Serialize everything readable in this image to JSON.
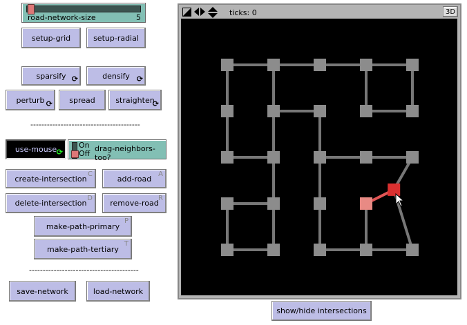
{
  "slider": {
    "label": "road-network-size",
    "value": "5",
    "fraction": 0.05
  },
  "buttons": {
    "setup_grid": "setup-grid",
    "setup_radial": "setup-radial",
    "sparsify": "sparsify",
    "densify": "densify",
    "perturb": "perturb",
    "spread": "spread",
    "straighten": "straighten",
    "use_mouse": "use-mouse",
    "create_intersection": "create-intersection",
    "create_key": "C",
    "add_road": "add-road",
    "add_key": "A",
    "delete_intersection": "delete-intersection",
    "delete_key": "D",
    "remove_road": "remove-road",
    "remove_key": "R",
    "make_primary": "make-path-primary",
    "primary_key": "P",
    "make_tertiary": "make-path-tertiary",
    "tertiary_key": "T",
    "save": "save-network",
    "load": "load-network",
    "show_hide": "show/hide intersections"
  },
  "switch": {
    "label": "drag-neighbors-too?",
    "on": "On",
    "off": "Off",
    "state": "off"
  },
  "separator": "----------------------------------------",
  "view": {
    "ticks_label": "ticks: 0",
    "three_d": "3D"
  },
  "colors": {
    "node": "#8c8c8c",
    "road": "#777777",
    "selected": "#d93030",
    "pink": "#e88a84",
    "pinkroad": "#e05555"
  },
  "network": {
    "nodes": [
      [
        0,
        0
      ],
      [
        1,
        0
      ],
      [
        2,
        0
      ],
      [
        3,
        0
      ],
      [
        4,
        0
      ],
      [
        0,
        1
      ],
      [
        1,
        1
      ],
      [
        2,
        1
      ],
      [
        3,
        1
      ],
      [
        4,
        1
      ],
      [
        0,
        2
      ],
      [
        1,
        2
      ],
      [
        2,
        2
      ],
      [
        3,
        2
      ],
      [
        4,
        2
      ],
      [
        0,
        3
      ],
      [
        1,
        3
      ],
      [
        2,
        3
      ],
      [
        0,
        4
      ],
      [
        1,
        4
      ],
      [
        2,
        4
      ],
      [
        3,
        4
      ],
      [
        4,
        4
      ]
    ],
    "selected": [
      3.6,
      2.7
    ],
    "pink": [
      3,
      3
    ],
    "roads": [
      [
        [
          0,
          0
        ],
        [
          1,
          0
        ]
      ],
      [
        [
          1,
          0
        ],
        [
          2,
          0
        ]
      ],
      [
        [
          2,
          0
        ],
        [
          3,
          0
        ]
      ],
      [
        [
          3,
          0
        ],
        [
          4,
          0
        ]
      ],
      [
        [
          0,
          0
        ],
        [
          0,
          1
        ]
      ],
      [
        [
          1,
          0
        ],
        [
          1,
          1
        ]
      ],
      [
        [
          3,
          0
        ],
        [
          3,
          1
        ]
      ],
      [
        [
          4,
          0
        ],
        [
          4,
          1
        ]
      ],
      [
        [
          1,
          1
        ],
        [
          2,
          1
        ]
      ],
      [
        [
          3,
          1
        ],
        [
          4,
          1
        ]
      ],
      [
        [
          0,
          1
        ],
        [
          0,
          2
        ]
      ],
      [
        [
          1,
          1
        ],
        [
          1,
          2
        ]
      ],
      [
        [
          2,
          1
        ],
        [
          2,
          2
        ]
      ],
      [
        [
          0,
          2
        ],
        [
          1,
          2
        ]
      ],
      [
        [
          2,
          2
        ],
        [
          3,
          2
        ]
      ],
      [
        [
          3,
          2
        ],
        [
          4,
          2
        ]
      ],
      [
        [
          4,
          2
        ],
        [
          3.6,
          2.7
        ]
      ],
      [
        [
          1,
          2
        ],
        [
          1,
          3
        ]
      ],
      [
        [
          2,
          2
        ],
        [
          2,
          3
        ]
      ],
      [
        [
          0,
          3
        ],
        [
          1,
          3
        ]
      ],
      [
        [
          0,
          3
        ],
        [
          0,
          4
        ]
      ],
      [
        [
          1,
          3
        ],
        [
          1,
          4
        ]
      ],
      [
        [
          2,
          3
        ],
        [
          2,
          4
        ]
      ],
      [
        [
          3,
          3
        ],
        [
          3,
          4
        ]
      ],
      [
        [
          3.6,
          2.7
        ],
        [
          4,
          4
        ]
      ],
      [
        [
          0,
          4
        ],
        [
          1,
          4
        ]
      ],
      [
        [
          2,
          4
        ],
        [
          3,
          4
        ]
      ],
      [
        [
          3,
          4
        ],
        [
          4,
          4
        ]
      ]
    ],
    "pink_roads": [
      [
        [
          3,
          3
        ],
        [
          3.6,
          2.7
        ]
      ]
    ]
  }
}
